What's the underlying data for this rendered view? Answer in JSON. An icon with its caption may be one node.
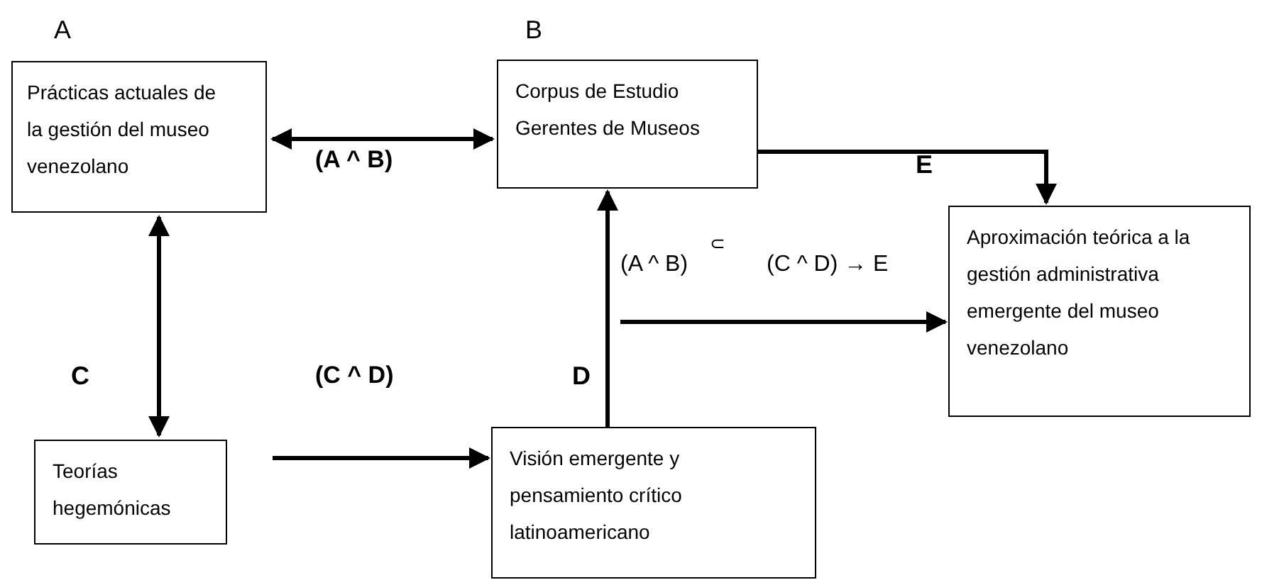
{
  "diagram": {
    "nodes": [
      {
        "text": [
          "Prácticas actuales de la gestión del museo venezolano"
        ],
        "beside": [
          "A"
        ]
      },
      {
        "text": [
          "Corpus de Estudio Gerentes de Museos"
        ],
        "beside": [
          "B"
        ]
      },
      {
        "text": [
          "Aproximación teórica a la gestión administrativa emergente del museo venezolano"
        ],
        "beside": [
          "E"
        ]
      },
      {
        "text": [
          "Teorías hegemónicas"
        ],
        "beside": [
          "C"
        ]
      },
      {
        "text": [
          "Visión emergente y pensamiento crítico latinoamericano"
        ],
        "beside": [
          "D"
        ]
      }
    ],
    "edges": [
      {
        "from": 0,
        "to": 1,
        "arrow": "both",
        "label": "(A ^ B)"
      },
      {
        "from": 0,
        "to": 3,
        "arrow": "both"
      },
      {
        "from": 3,
        "to": 4,
        "arrow": "to"
      },
      {
        "from": 4,
        "to": 1,
        "arrow": "to"
      },
      {
        "from": 1,
        "to": 2,
        "arrow": "to"
      },
      {
        "from": null,
        "to": 2,
        "arrow": "to"
      }
    ],
    "labels": [
      "(C ^ D)",
      "(A ^ B)",
      "⊂",
      "(C ^ D) → E"
    ]
  }
}
